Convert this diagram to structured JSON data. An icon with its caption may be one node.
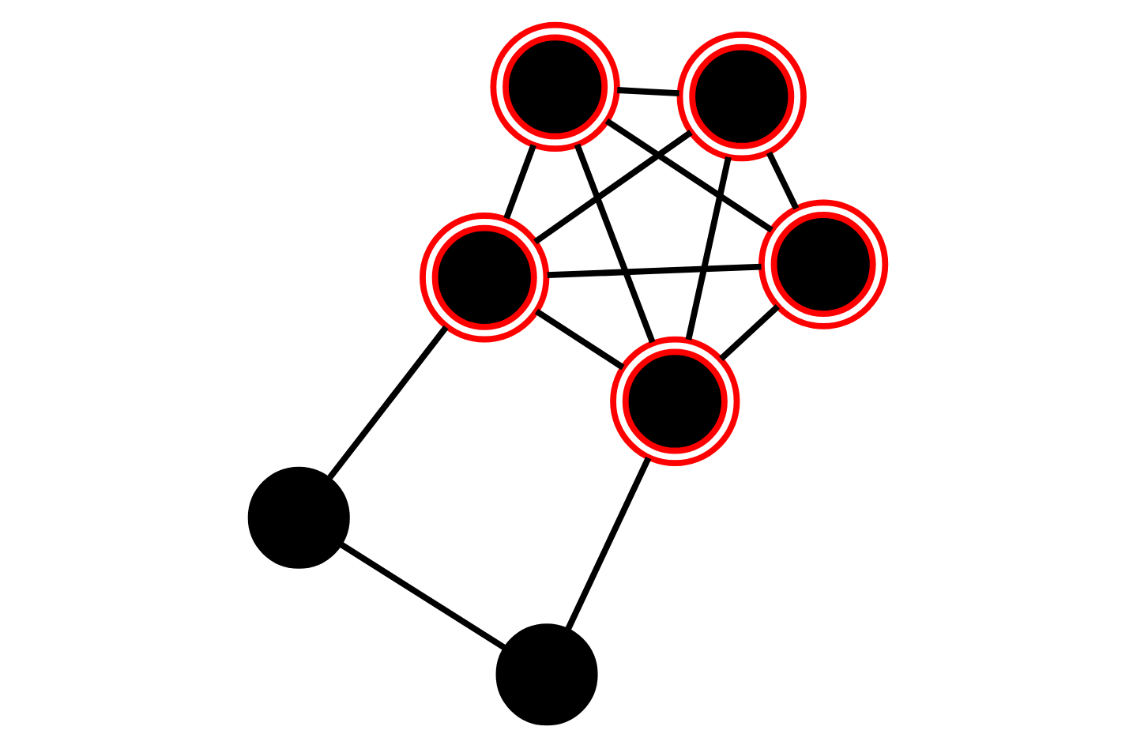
{
  "diagram": {
    "nodes": [
      {
        "text": [],
        "shape": "circle"
      },
      {
        "text": [],
        "shape": "circle"
      },
      {
        "text": [],
        "shape": "circle"
      },
      {
        "text": [],
        "shape": "circle"
      },
      {
        "text": [],
        "shape": "circle"
      },
      {
        "text": [],
        "shape": "circle"
      },
      {
        "text": [],
        "shape": "circle"
      }
    ],
    "edges": [
      {
        "from": 0,
        "to": 1,
        "arrow": "none"
      },
      {
        "from": 0,
        "to": 2,
        "arrow": "none"
      },
      {
        "from": 0,
        "to": 3,
        "arrow": "none"
      },
      {
        "from": 0,
        "to": 4,
        "arrow": "none"
      },
      {
        "from": 0,
        "to": 5,
        "arrow": "none"
      },
      {
        "from": 2,
        "to": 3,
        "arrow": "none"
      },
      {
        "from": 2,
        "to": 4,
        "arrow": "none"
      },
      {
        "from": 2,
        "to": 5,
        "arrow": "none"
      },
      {
        "from": 3,
        "to": 4,
        "arrow": "none"
      },
      {
        "from": 3,
        "to": 5,
        "arrow": "none"
      },
      {
        "from": 4,
        "to": 5,
        "arrow": "none"
      },
      {
        "from": 1,
        "to": 6,
        "arrow": "none"
      },
      {
        "from": 5,
        "to": 6,
        "arrow": "none"
      }
    ]
  }
}
